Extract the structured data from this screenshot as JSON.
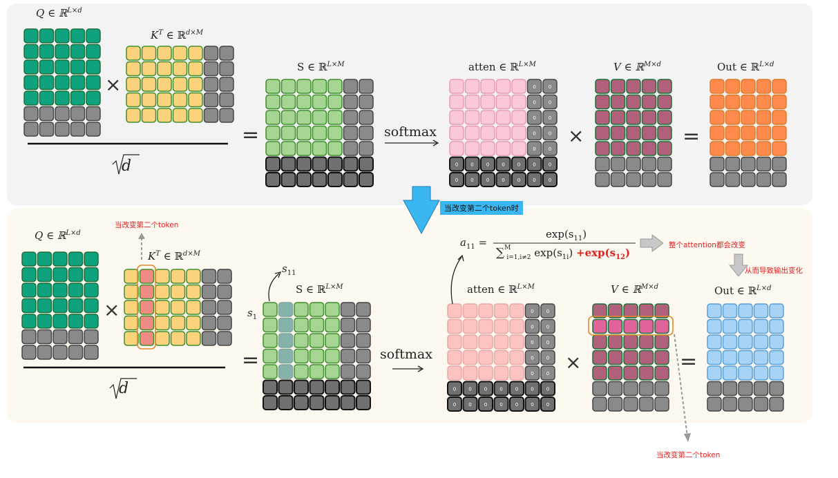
{
  "top": {
    "q_label": "Q ∈ ℝ",
    "q_sup": "L×d",
    "kt_label": "K",
    "kt_sup_t": "T",
    "kt_in": " ∈ ℝ",
    "kt_sup": "d×M",
    "s_label": "S ∈ ℝ",
    "s_sup": "L×M",
    "atten_label": "atten ∈ ℝ",
    "atten_sup": "L×M",
    "v_label": "V ∈ ℝ",
    "v_sup": "M×d",
    "out_label": "Out ∈ ℝ",
    "out_sup": "L×d",
    "times": "×",
    "equals": "=",
    "softmax": "softmax",
    "sqrt_d": "d"
  },
  "banner": "当改变第二个token时",
  "bottom": {
    "q_label": "Q ∈ ℝ",
    "q_sup": "L×d",
    "kt_label": "K",
    "kt_sup_t": "T",
    "kt_in": " ∈ ℝ",
    "kt_sup": "d×M",
    "s_label": "S ∈ ℝ",
    "s_sup": "L×M",
    "atten_label": "atten ∈ ℝ",
    "atten_sup": "L×M",
    "v_label": "V ∈ ℝ",
    "v_sup": "M×d",
    "out_label": "Out ∈ ℝ",
    "out_sup": "L×d",
    "s11": "s",
    "s11_sub": "11",
    "s1": "s",
    "s1_sub": "1",
    "times": "×",
    "equals": "=",
    "softmax": "softmax",
    "sqrt_d": "d",
    "note_kt": "当改变第二个token",
    "note_v": "当改变第二个token",
    "note_attention": "整个attention都会改变",
    "note_output": "从而导致输出变化"
  },
  "formula": {
    "lhs": "a",
    "lhs_sub": "11",
    "eq": "=",
    "numerator": "exp(s",
    "numerator_sub": "11",
    "numerator_close": ")",
    "sum_sup": "M",
    "sum_sub": "i=1,i≠2",
    "denom_term": "exp(s",
    "denom_sub": "1i",
    "denom_close": ")",
    "extra_term": "+exp(s",
    "extra_sub": "12",
    "extra_close": ")"
  },
  "cell_zero": "0",
  "colors": {
    "q_fill": "#0ea37e",
    "q_stroke": "#1f6e3a",
    "k_fill": "#fcd27c",
    "k_stroke": "#3f8f2c",
    "k_changed": "#f08a82",
    "s_fill": "#a5d493",
    "s_stroke": "#3f8f2c",
    "s_col_changed": "#86b3a8",
    "atten_fill": "#fbc8d8",
    "atten_bottom_fill": "#fcc4c0",
    "v_fill": "#b0607a",
    "v_changed": "#e0649a",
    "out_fill": "#ff8a4d",
    "out_stroke": "#e07a28",
    "out_bottom_fill": "#a6d3f6",
    "out_bottom_stroke": "#5aa0d8",
    "grey": "#8a8a8a",
    "grey_stroke": "#444444",
    "banner": "#3ab7f0",
    "note_red": "#e02020"
  }
}
